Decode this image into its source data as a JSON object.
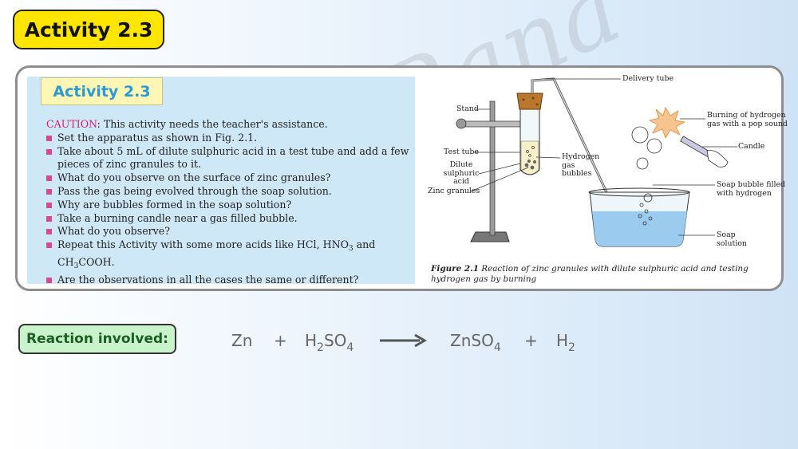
{
  "slide": {
    "title": "Activity 2.3",
    "watermark": "Jay Rana"
  },
  "activity": {
    "title": "Activity 2.3",
    "caution_word": "CAUTION",
    "caution_rest": ": This activity needs the teacher's assistance.",
    "steps": [
      "Set the apparatus as shown in Fig. 2.1.",
      "Take about 5 mL of dilute sulphuric acid in a test tube and add a few pieces of zinc granules to it.",
      "What do you observe on the surface of zinc granules?",
      "Pass the gas being evolved through the soap solution.",
      "Why are bubbles  formed in the soap solution?",
      "Take a burning candle near a gas filled bubble.",
      "What do you observe?"
    ],
    "step_repeat": {
      "before": "Repeat this Activity with some more acids like HCl, HNO",
      "sub1": "3",
      "middle": " and CH",
      "sub2": "3",
      "after": "COOH."
    },
    "step_last": "Are the observations in all the cases the same or different?"
  },
  "figure": {
    "labels": {
      "delivery_tube": "Delivery tube",
      "stand": "Stand",
      "burning_hydrogen": "Burning of hydrogen gas with a pop sound",
      "candle": "Candle",
      "test_tube": "Test tube",
      "hydrogen_bubbles": "Hydrogen gas bubbles",
      "dilute_acid": "Dilute sulphuric acid",
      "zinc_granules": "Zinc granules",
      "soap_bubble": "Soap bubble filled with hydrogen",
      "soap_solution": "Soap solution"
    },
    "caption_number": "Figure 2.1",
    "caption_text": "Reaction of zinc granules with dilute sulphuric acid and testing hydrogen gas by burning"
  },
  "reaction": {
    "label": "Reaction involved:",
    "zn": "Zn",
    "plus1": "+",
    "h2so4_h": "H",
    "h2so4_2": "2",
    "h2so4_so": "SO",
    "h2so4_4": "4",
    "znso4_base": "ZnSO",
    "znso4_4": "4",
    "plus2": "+",
    "h2_h": "H",
    "h2_2": "2"
  },
  "colors": {
    "title_badge": "#ffe600",
    "reaction_badge": "#c9f4cb",
    "panel": "#cfe8f7",
    "caution": "#d21f7b",
    "inner_title": "#2a9ad6"
  }
}
